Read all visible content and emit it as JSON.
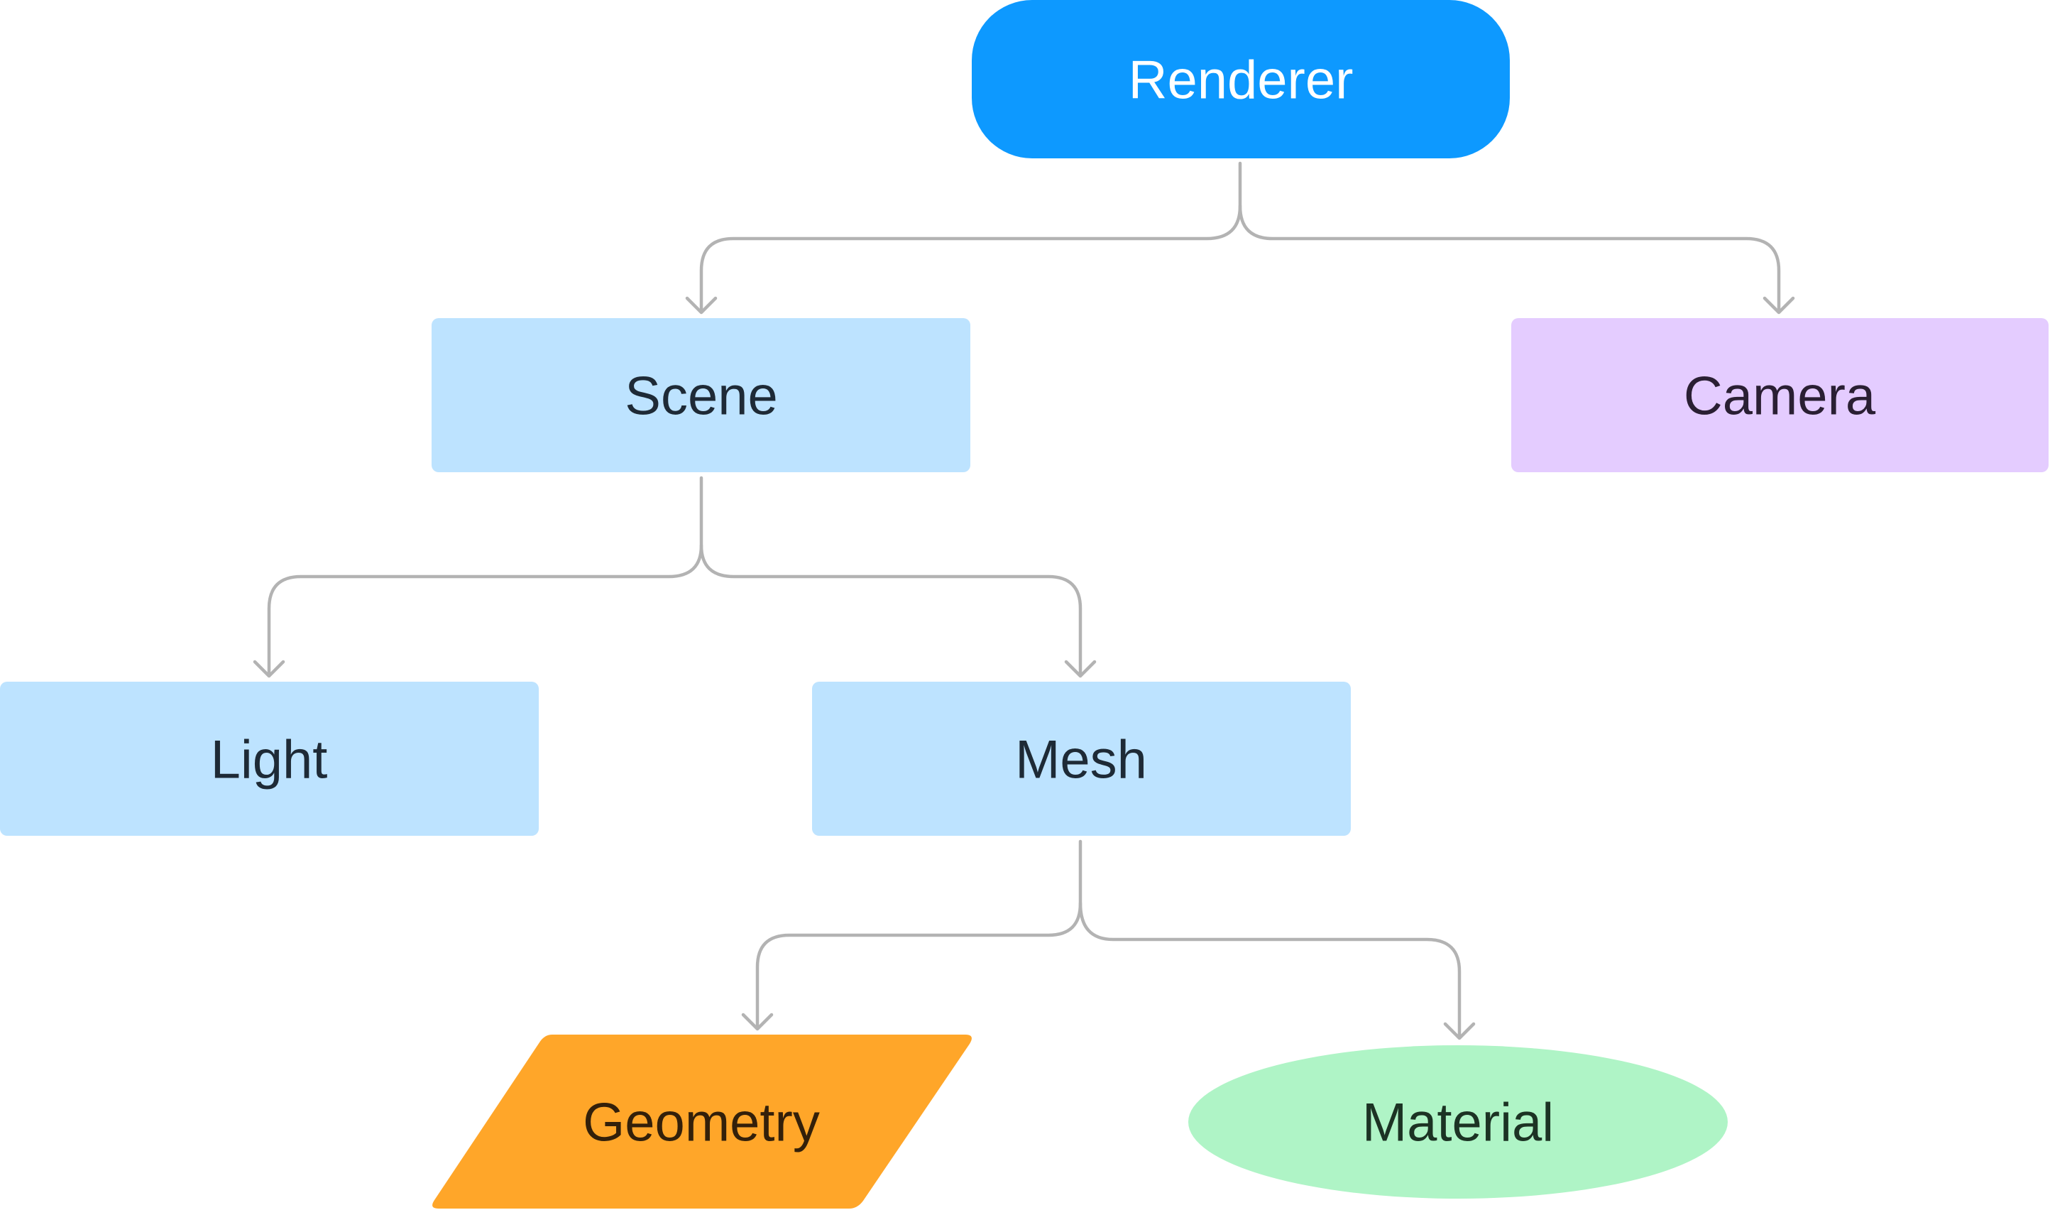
{
  "nodes": {
    "renderer": {
      "label": "Renderer",
      "shape": "rounded-rectangle",
      "fill": "#0d99ff",
      "text_color": "#ffffff"
    },
    "scene": {
      "label": "Scene",
      "shape": "rectangle",
      "fill": "#bde3ff",
      "text_color": "#1e2a36"
    },
    "camera": {
      "label": "Camera",
      "shape": "rectangle",
      "fill": "#e4ccff",
      "text_color": "#2a1f33"
    },
    "light": {
      "label": "Light",
      "shape": "rectangle",
      "fill": "#bde3ff",
      "text_color": "#1e2a36"
    },
    "mesh": {
      "label": "Mesh",
      "shape": "rectangle",
      "fill": "#bde3ff",
      "text_color": "#1e2a36"
    },
    "geometry": {
      "label": "Geometry",
      "shape": "parallelogram",
      "fill": "#ffa629",
      "text_color": "#33200a"
    },
    "material": {
      "label": "Material",
      "shape": "ellipse",
      "fill": "#aff4c6",
      "text_color": "#1c3324"
    }
  },
  "edges": [
    {
      "from": "Renderer",
      "to": "Scene"
    },
    {
      "from": "Renderer",
      "to": "Camera"
    },
    {
      "from": "Scene",
      "to": "Light"
    },
    {
      "from": "Scene",
      "to": "Mesh"
    },
    {
      "from": "Mesh",
      "to": "Geometry"
    },
    {
      "from": "Mesh",
      "to": "Material"
    }
  ],
  "connector_color": "#b3b3b3"
}
